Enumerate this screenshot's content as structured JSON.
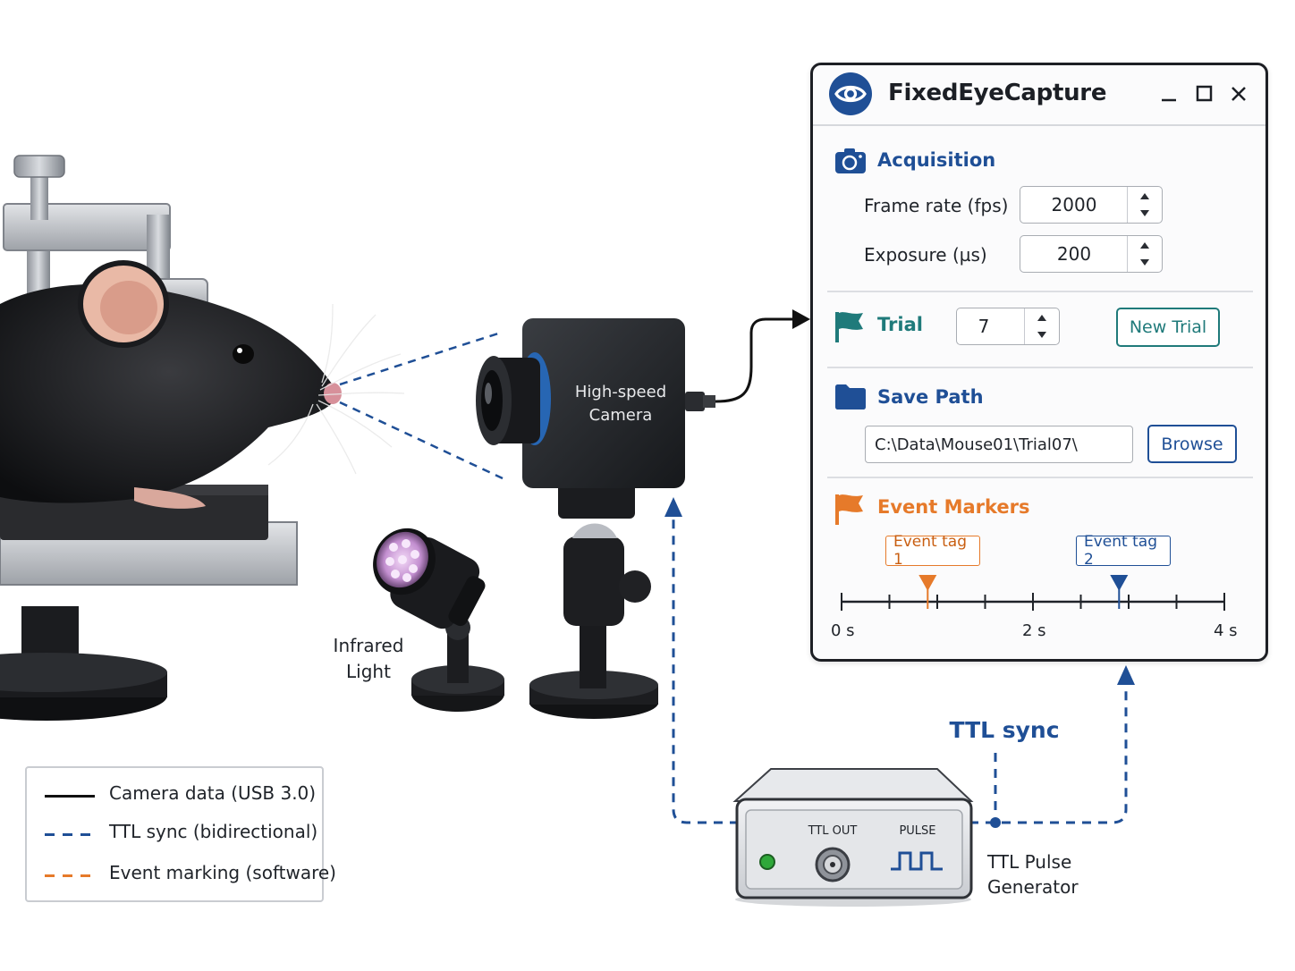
{
  "app": {
    "title": "FixedEyeCapture",
    "accent_color": "#1f4f96",
    "teal_color": "#1f7a7a",
    "orange_color": "#e67a2a"
  },
  "acquisition": {
    "title": "Acquisition",
    "icon": "camera-icon",
    "frame_rate_label": "Frame rate (fps)",
    "frame_rate_value": "2000",
    "exposure_label": "Exposure (µs)",
    "exposure_value": "200"
  },
  "trial": {
    "title": "Trial",
    "icon": "flag-icon",
    "value": "7",
    "new_trial_label": "New Trial"
  },
  "save_path": {
    "title": "Save Path",
    "icon": "folder-icon",
    "value": "C:\\Data\\Mouse01\\Trial07\\",
    "browse_label": "Browse"
  },
  "event_markers": {
    "title": "Event Markers",
    "icon": "flag-icon",
    "tags": [
      {
        "label": "Event tag 1",
        "time_s": 0.9
      },
      {
        "label": "Event tag 2",
        "time_s": 2.9
      }
    ],
    "axis_labels": [
      "0 s",
      "2 s",
      "4 s"
    ],
    "range_s": [
      0,
      4
    ]
  },
  "diagram": {
    "camera_label_line1": "High-speed",
    "camera_label_line2": "Camera",
    "light_label_line1": "Infrared",
    "light_label_line2": "Light",
    "ttl_sync_label": "TTL sync",
    "generator_label_line1": "TTL Pulse",
    "generator_label_line2": "Generator",
    "generator_port_ttl_out": "TTL OUT",
    "generator_port_pulse": "PULSE"
  },
  "legend": {
    "items": [
      {
        "label": "Camera data (USB 3.0)",
        "color": "#111111",
        "style": "solid"
      },
      {
        "label": "TTL sync (bidirectional)",
        "color": "#1f4f96",
        "style": "dashed"
      },
      {
        "label": "Event marking (software)",
        "color": "#e67a2a",
        "style": "dashed"
      }
    ]
  }
}
